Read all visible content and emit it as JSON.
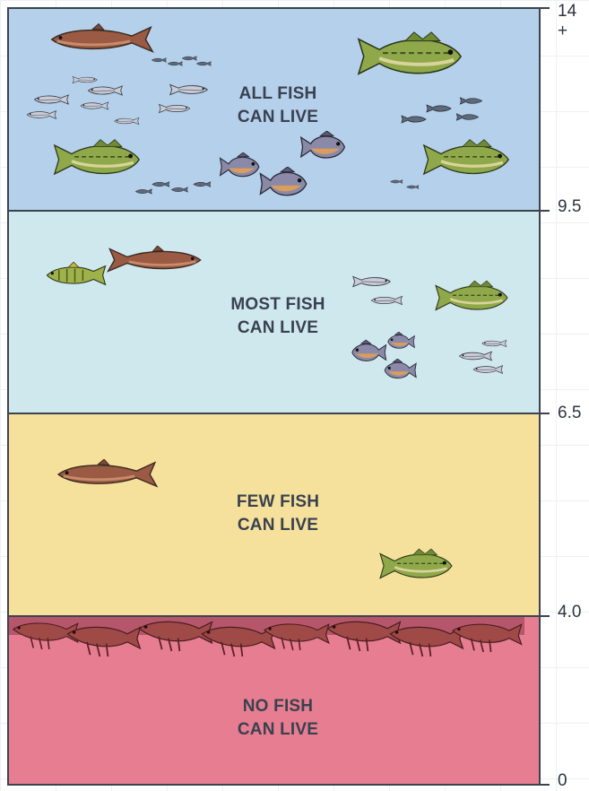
{
  "zones": [
    {
      "line1": "ALL FISH",
      "line2": "CAN LIVE"
    },
    {
      "line1": "MOST FISH",
      "line2": "CAN LIVE"
    },
    {
      "line1": "FEW FISH",
      "line2": "CAN LIVE"
    },
    {
      "line1": "NO FISH",
      "line2": "CAN LIVE"
    }
  ],
  "scale": {
    "ticks": [
      "14 +",
      "9.5",
      "6.5",
      "4.0",
      "0"
    ]
  },
  "colors": {
    "all": "#b4d0ea",
    "most": "#cfe8ee",
    "few": "#f5e19b",
    "none": "#e77d90",
    "border": "#3c4350"
  },
  "icons": [
    "trout-icon",
    "bass-icon",
    "perch-icon",
    "sunfish-icon",
    "minnow-icon",
    "dead-fish-icon"
  ]
}
